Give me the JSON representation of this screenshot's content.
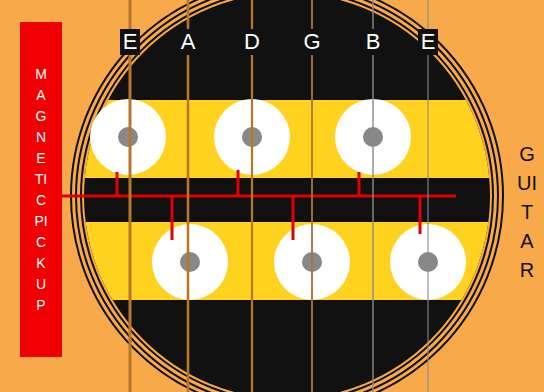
{
  "diagram": {
    "nodes": [
      {
        "text": [
          "MAGNETIC PICKUP"
        ]
      }
    ],
    "labels": [
      "E",
      "A",
      "D",
      "G",
      "B",
      "E",
      "GUITAR"
    ]
  }
}
